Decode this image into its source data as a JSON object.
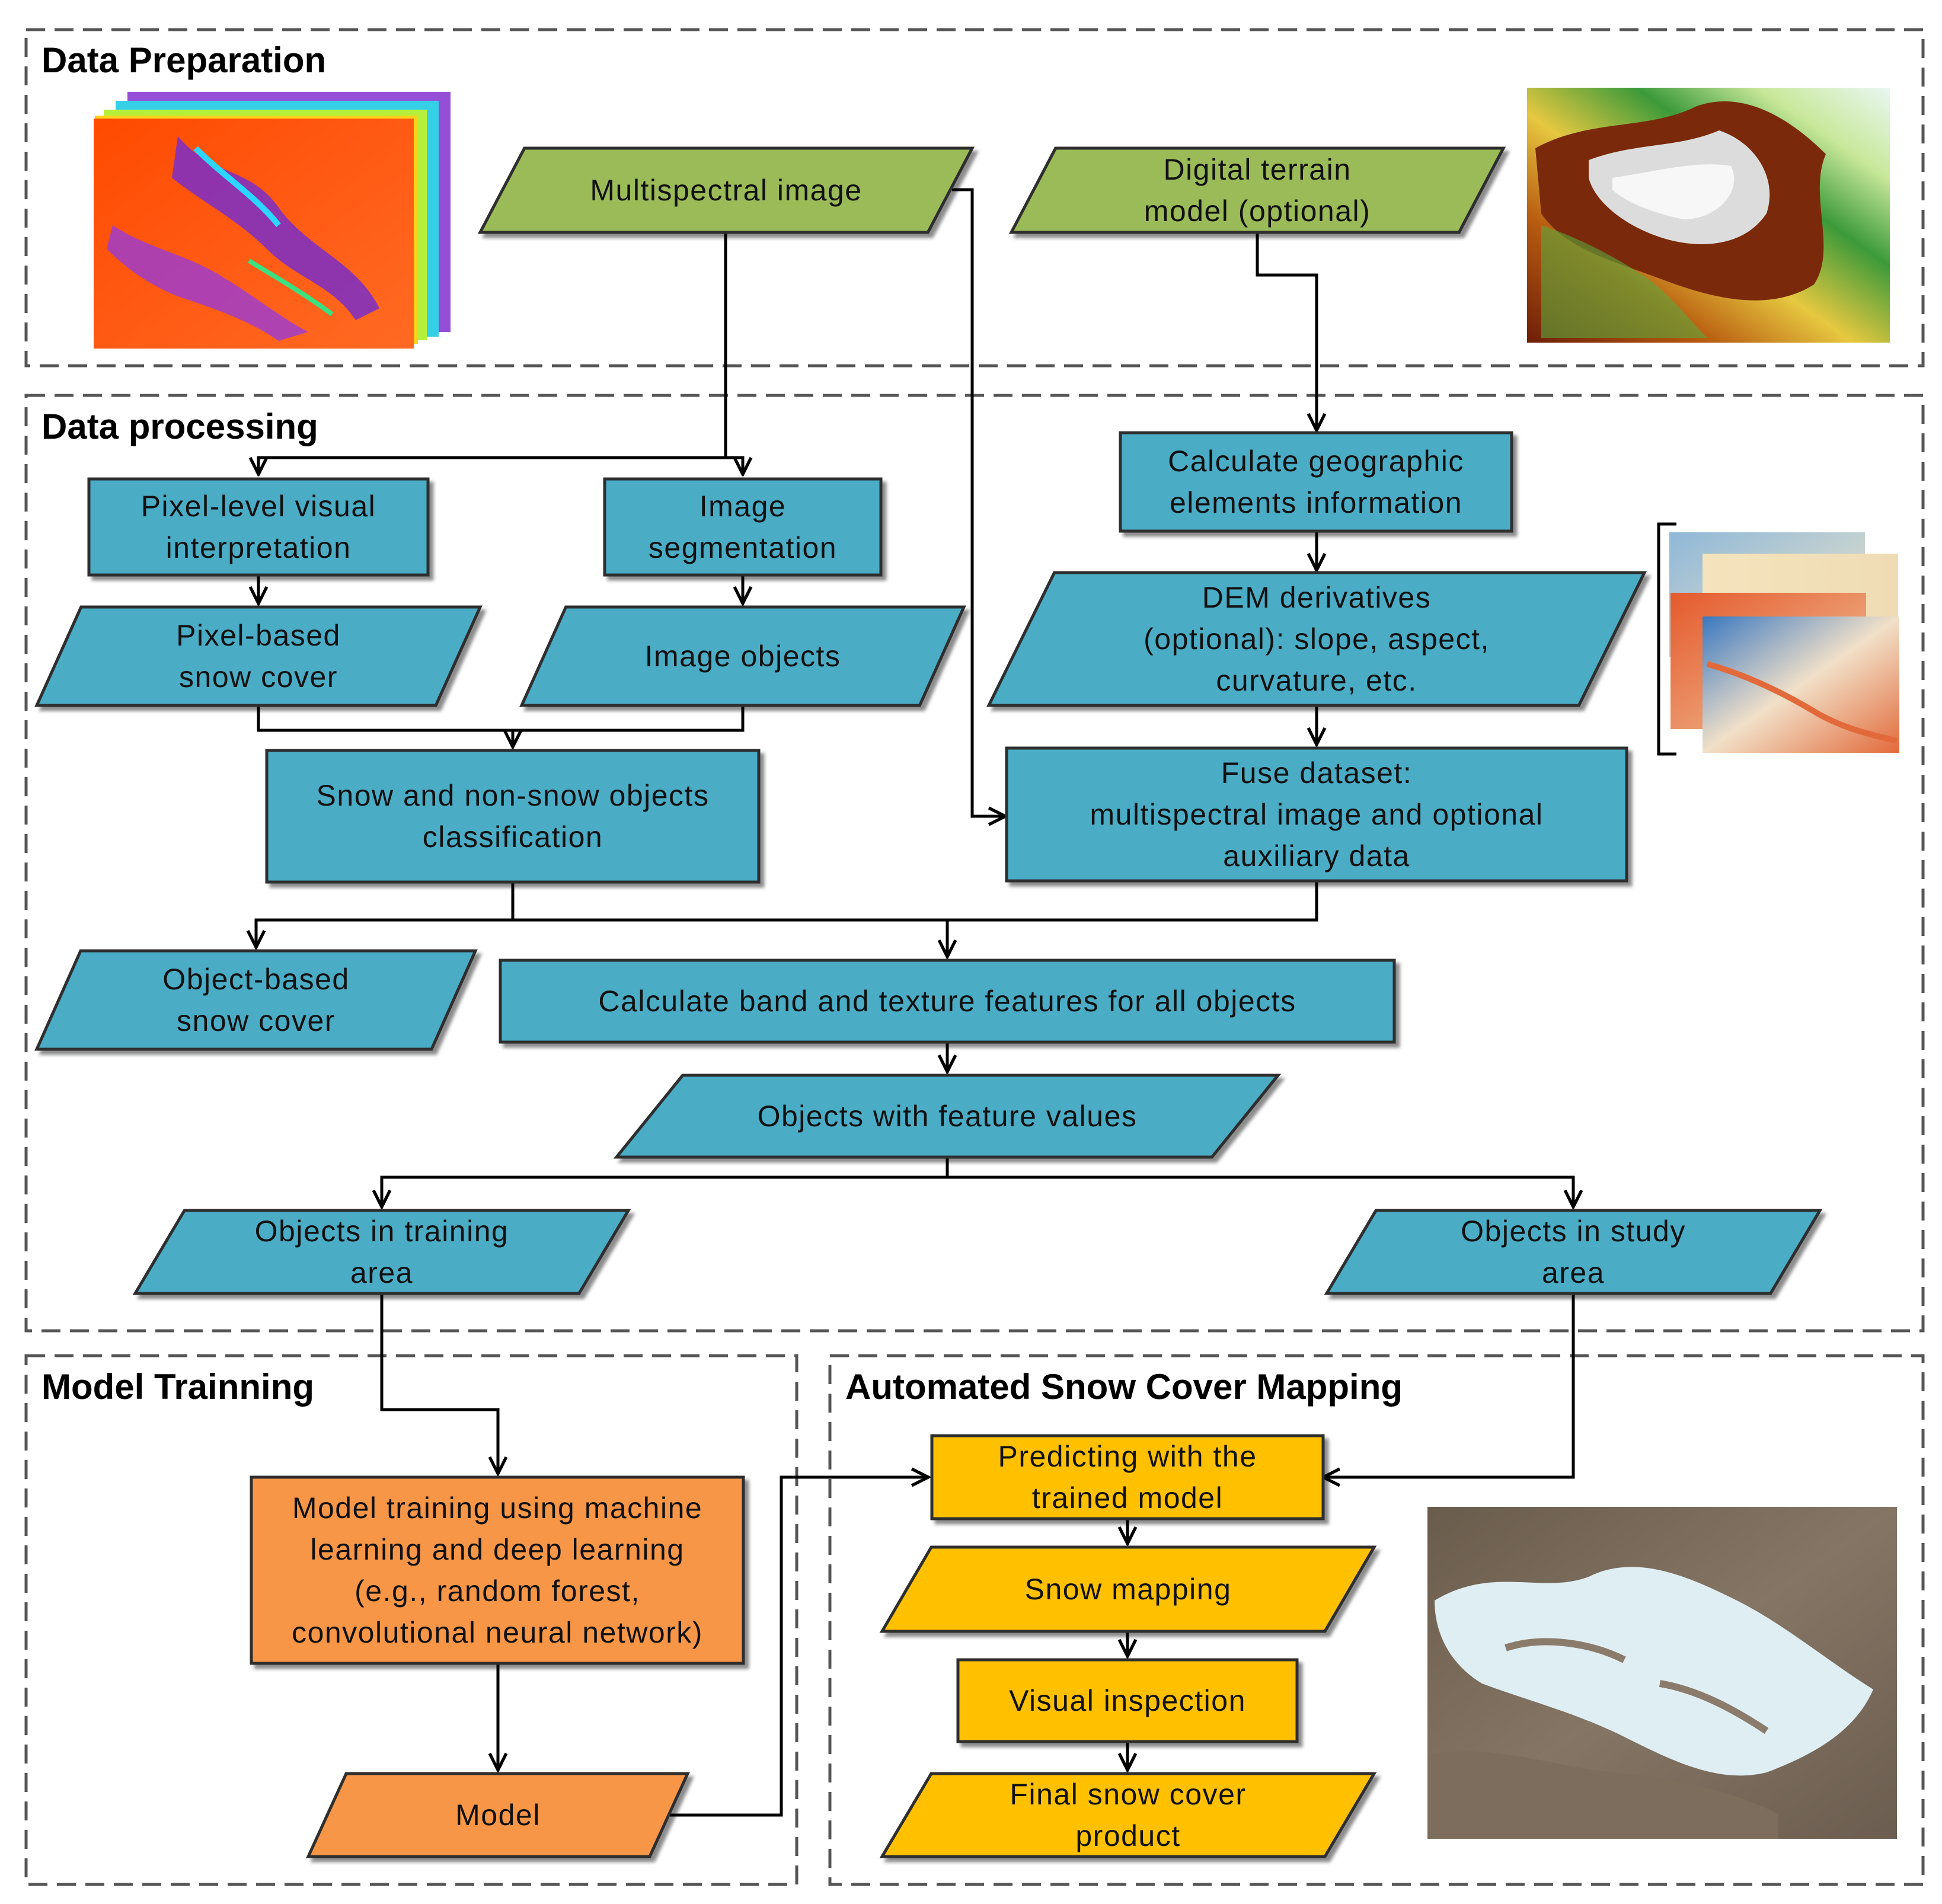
{
  "colors": {
    "green": "#9bbb59",
    "teal": "#4bacc6",
    "orange": "#f79646",
    "yellow": "#ffc000",
    "stroke": "#2d2d2d"
  },
  "sections": {
    "data_preparation": "Data Preparation",
    "data_processing": "Data processing",
    "model_training": "Model Trainning",
    "snow_mapping": "Automated Snow Cover Mapping"
  },
  "nodes": {
    "multispectral": {
      "shape": "parallelogram",
      "color": "green",
      "lines": [
        "Multispectral image"
      ]
    },
    "dtm": {
      "shape": "parallelogram",
      "color": "green",
      "lines": [
        "Digital terrain",
        "model (optional)"
      ]
    },
    "pixel_visual": {
      "shape": "rectangle",
      "color": "teal",
      "lines": [
        "Pixel-level visual",
        "interpretation"
      ]
    },
    "segmentation": {
      "shape": "rectangle",
      "color": "teal",
      "lines": [
        "Image",
        "segmentation"
      ]
    },
    "geo_info": {
      "shape": "rectangle",
      "color": "teal",
      "lines": [
        "Calculate geographic",
        "elements information"
      ]
    },
    "pixel_snow": {
      "shape": "parallelogram",
      "color": "teal",
      "lines": [
        "Pixel-based",
        "snow cover"
      ]
    },
    "image_objects": {
      "shape": "parallelogram",
      "color": "teal",
      "lines": [
        "Image objects"
      ]
    },
    "dem_derivatives": {
      "shape": "parallelogram",
      "color": "teal",
      "lines": [
        "DEM derivatives",
        "(optional): slope, aspect,",
        "curvature, etc."
      ]
    },
    "classification": {
      "shape": "rectangle",
      "color": "teal",
      "lines": [
        "Snow and non-snow objects",
        "classification"
      ]
    },
    "fuse": {
      "shape": "rectangle",
      "color": "teal",
      "lines": [
        "Fuse dataset:",
        "multispectral image and optional",
        "auxiliary data"
      ]
    },
    "object_snow": {
      "shape": "parallelogram",
      "color": "teal",
      "lines": [
        "Object-based",
        "snow cover"
      ]
    },
    "band_features": {
      "shape": "rectangle",
      "color": "teal",
      "lines": [
        "Calculate band and texture features for all objects"
      ]
    },
    "feature_values": {
      "shape": "parallelogram",
      "color": "teal",
      "lines": [
        "Objects with feature values"
      ]
    },
    "training_area": {
      "shape": "parallelogram",
      "color": "teal",
      "lines": [
        "Objects in training",
        "area"
      ]
    },
    "study_area": {
      "shape": "parallelogram",
      "color": "teal",
      "lines": [
        "Objects in study",
        "area"
      ]
    },
    "model_training": {
      "shape": "rectangle",
      "color": "orange",
      "lines": [
        "Model training using machine",
        "learning and deep learning",
        "(e.g., random forest,",
        "convolutional neural network)"
      ]
    },
    "model": {
      "shape": "parallelogram",
      "color": "orange",
      "lines": [
        "Model"
      ]
    },
    "predicting": {
      "shape": "rectangle",
      "color": "yellow",
      "lines": [
        "Predicting with the",
        "trained model"
      ]
    },
    "snow_mapping_out": {
      "shape": "parallelogram",
      "color": "yellow",
      "lines": [
        "Snow mapping"
      ]
    },
    "visual_inspection": {
      "shape": "rectangle",
      "color": "yellow",
      "lines": [
        "Visual inspection"
      ]
    },
    "final_product": {
      "shape": "parallelogram",
      "color": "yellow",
      "lines": [
        "Final snow cover",
        "product"
      ]
    }
  },
  "edges": [
    [
      "multispectral",
      "pixel_visual"
    ],
    [
      "multispectral",
      "segmentation"
    ],
    [
      "multispectral",
      "fuse"
    ],
    [
      "dtm",
      "geo_info"
    ],
    [
      "pixel_visual",
      "pixel_snow"
    ],
    [
      "segmentation",
      "image_objects"
    ],
    [
      "pixel_snow",
      "classification"
    ],
    [
      "image_objects",
      "classification"
    ],
    [
      "geo_info",
      "dem_derivatives"
    ],
    [
      "dem_derivatives",
      "fuse"
    ],
    [
      "classification",
      "object_snow"
    ],
    [
      "classification",
      "band_features"
    ],
    [
      "fuse",
      "band_features"
    ],
    [
      "band_features",
      "feature_values"
    ],
    [
      "feature_values",
      "training_area"
    ],
    [
      "feature_values",
      "study_area"
    ],
    [
      "training_area",
      "model_training"
    ],
    [
      "model_training",
      "model"
    ],
    [
      "model",
      "predicting"
    ],
    [
      "study_area",
      "predicting"
    ],
    [
      "predicting",
      "snow_mapping_out"
    ],
    [
      "snow_mapping_out",
      "visual_inspection"
    ],
    [
      "visual_inspection",
      "final_product"
    ]
  ],
  "images": {
    "multispectral_cube": "multispectral image cube",
    "dtm_map": "digital terrain model map",
    "dem_layers": "DEM derivative layers",
    "snow_satellite": "satellite image with snow cover"
  }
}
